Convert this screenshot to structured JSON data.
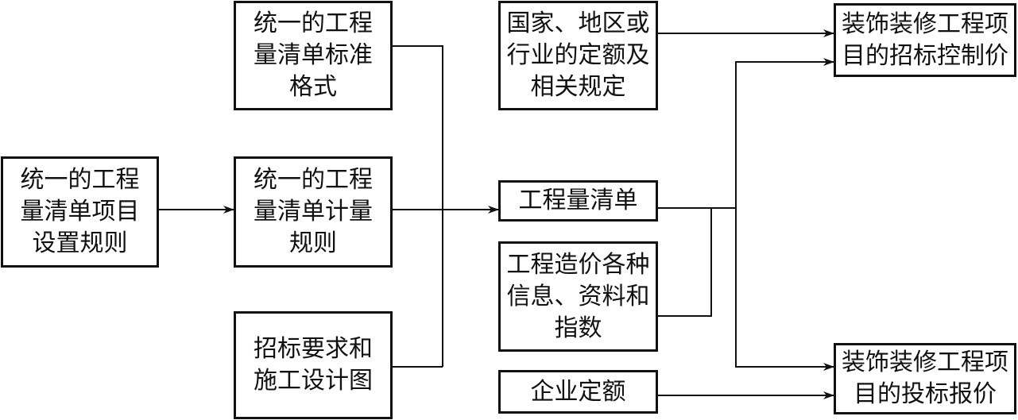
{
  "nodes": {
    "item_rules": [
      "统一的工程",
      "量清单项目",
      "设置规则"
    ],
    "format": [
      "统一的工程",
      "量清单标准",
      "格式"
    ],
    "measure_rules": [
      "统一的工程",
      "量清单计量",
      "规则"
    ],
    "bid_requirements": [
      "招标要求和",
      "施工设计图"
    ],
    "quota": [
      "国家、地区或",
      "行业的定额及",
      "相关规定"
    ],
    "bill": [
      "工程量清单"
    ],
    "cost_info": [
      "工程造价各种",
      "信息、资料和",
      "指数"
    ],
    "enterprise_quota": [
      "企业定额"
    ],
    "control_price": [
      "装饰装修工程项",
      "目的招标控制价"
    ],
    "bid_quote": [
      "装饰装修工程项",
      "目的投标报价"
    ]
  }
}
